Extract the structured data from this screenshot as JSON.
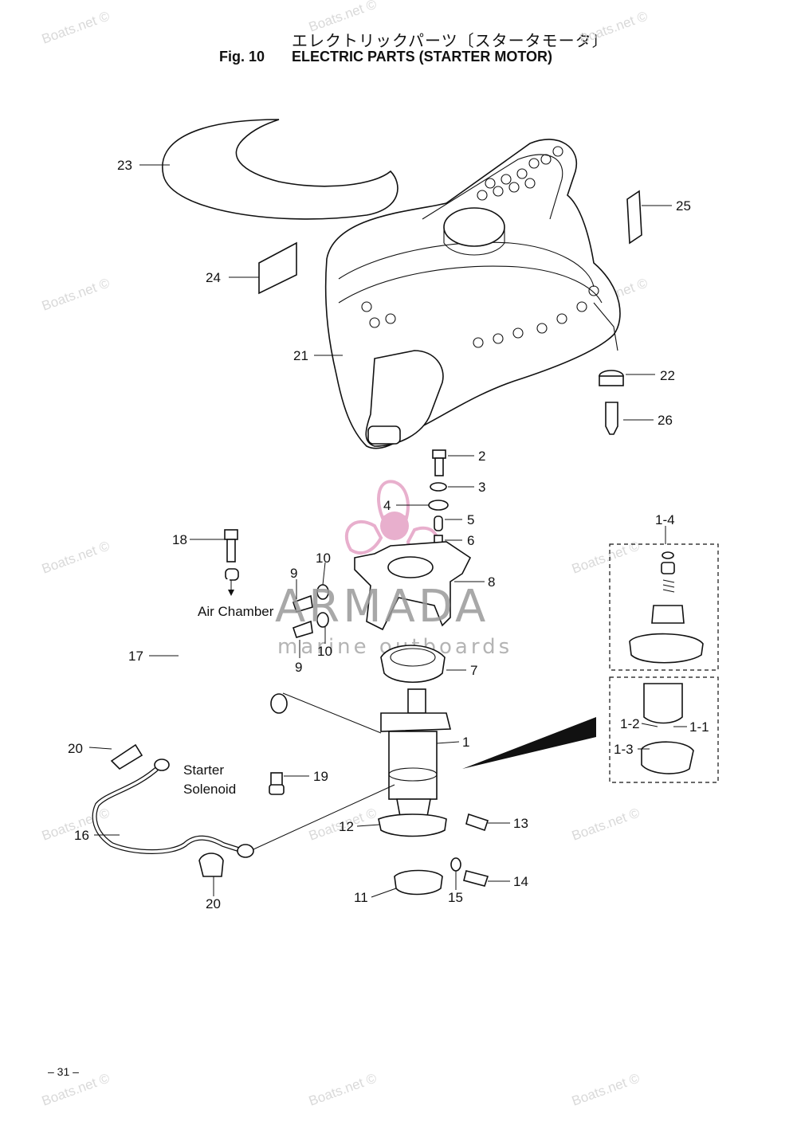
{
  "header": {
    "japanese_title": "エレクトリックパーツ〔スタータモータ〕",
    "figure": "Fig. 10",
    "title": "ELECTRIC PARTS (STARTER MOTOR)"
  },
  "callouts": [
    {
      "label": "23"
    },
    {
      "label": "25"
    },
    {
      "label": "24"
    },
    {
      "label": "21"
    },
    {
      "label": "22"
    },
    {
      "label": "26"
    },
    {
      "label": "2"
    },
    {
      "label": "3"
    },
    {
      "label": "4"
    },
    {
      "label": "5"
    },
    {
      "label": "6"
    },
    {
      "label": "18"
    },
    {
      "label": "10"
    },
    {
      "label": "9"
    },
    {
      "label": "8"
    },
    {
      "label": "9"
    },
    {
      "label": "10"
    },
    {
      "label": "17"
    },
    {
      "label": "7"
    },
    {
      "label": "1"
    },
    {
      "label": "20"
    },
    {
      "label": "19"
    },
    {
      "label": "16"
    },
    {
      "label": "12"
    },
    {
      "label": "13"
    },
    {
      "label": "14"
    },
    {
      "label": "11"
    },
    {
      "label": "15"
    },
    {
      "label": "20"
    },
    {
      "label": "1-4"
    },
    {
      "label": "1-2"
    },
    {
      "label": "1-1"
    },
    {
      "label": "1-3"
    }
  ],
  "notes": {
    "air_chamber": "Air Chamber",
    "starter": "Starter",
    "solenoid": "Solenoid"
  },
  "watermark": {
    "text": "Boats.net ©",
    "brand": "ARMADA",
    "brand_sub": "marine outboards"
  },
  "footer": {
    "page_number": "– 31 –"
  },
  "colors": {
    "brand_pink": "#e6a7c8",
    "watermark_gray": "#d9d9d9"
  }
}
